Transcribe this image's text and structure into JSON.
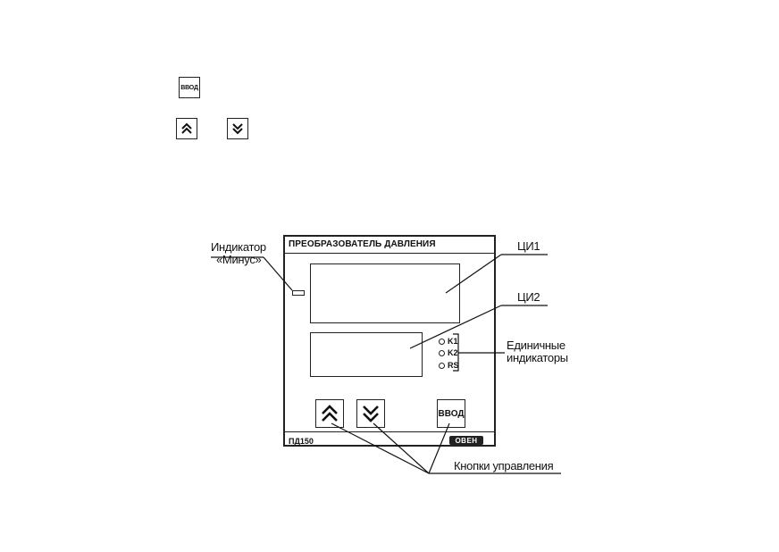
{
  "legend_keys": {
    "enter_label": "ВВОД",
    "up_icon": "double-chevron-up-icon",
    "down_icon": "double-chevron-down-icon"
  },
  "device": {
    "title": "ПРЕОБРАЗОВАТЕЛЬ ДАВЛЕНИЯ",
    "model": "ПД150",
    "logo": "ОВЕН",
    "leds": [
      "K1",
      "K2",
      "RS"
    ],
    "enter_label": "ВВОД"
  },
  "callouts": {
    "minus_indicator_line1": "Индикатор",
    "minus_indicator_line2": "«Минус»",
    "display1": "ЦИ1",
    "display2": "ЦИ2",
    "unit_indicators_line1": "Единичные",
    "unit_indicators_line2": "индикаторы",
    "control_buttons": "Кнопки управления"
  }
}
